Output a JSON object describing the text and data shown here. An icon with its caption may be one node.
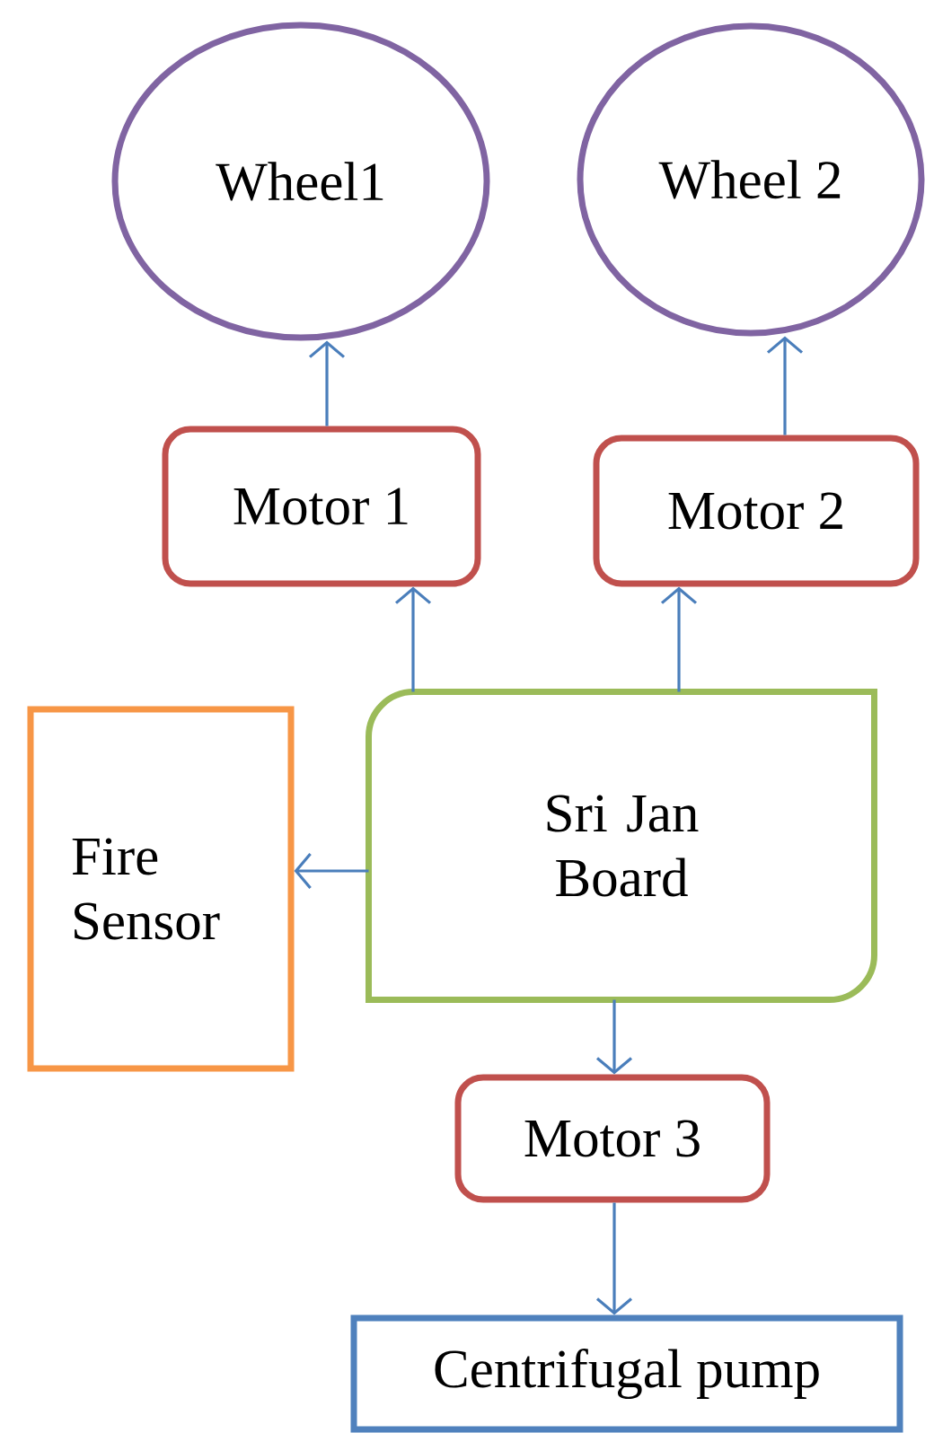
{
  "diagram": {
    "nodes": [
      {
        "text": [
          "Wheel1"
        ]
      },
      {
        "text": [
          "Wheel 2"
        ]
      },
      {
        "text": [
          "Motor 1"
        ]
      },
      {
        "text": [
          "Motor 2"
        ]
      },
      {
        "text": [
          "Fire Sensor"
        ]
      },
      {
        "text": [
          "Sri Jan Board"
        ]
      },
      {
        "text": [
          "Motor 3"
        ]
      },
      {
        "text": [
          "Centrifugal pump"
        ]
      }
    ],
    "edges": [
      {
        "from": 2,
        "to": 0,
        "arrow": "to"
      },
      {
        "from": 3,
        "to": 1,
        "arrow": "to"
      },
      {
        "from": 5,
        "to": 2,
        "arrow": "to"
      },
      {
        "from": 5,
        "to": 3,
        "arrow": "to"
      },
      {
        "from": 5,
        "to": 4,
        "arrow": "to"
      },
      {
        "from": 5,
        "to": 6,
        "arrow": "to"
      },
      {
        "from": 6,
        "to": 7,
        "arrow": "to"
      }
    ]
  }
}
